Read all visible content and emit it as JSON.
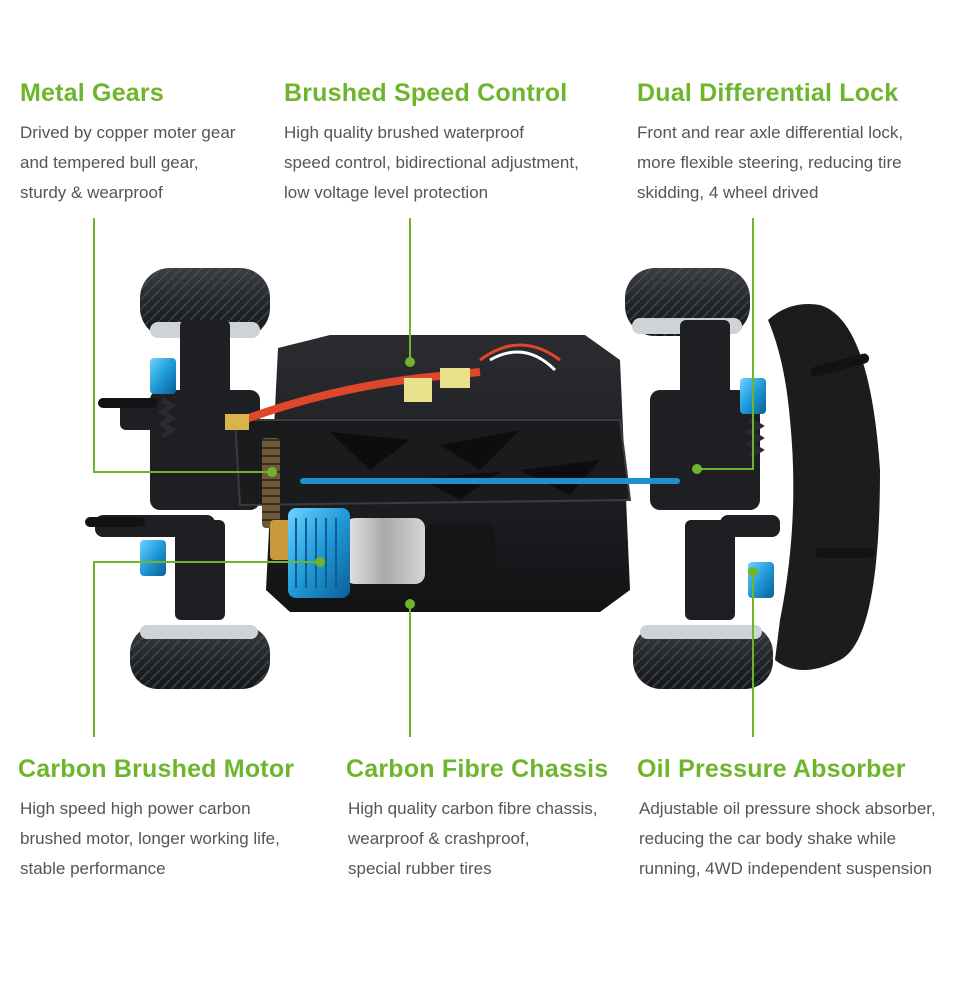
{
  "accent_color": "#6fb52c",
  "features": {
    "metal_gears": {
      "title": "Metal Gears",
      "lines": [
        "Drived by copper moter gear",
        "and tempered bull gear,",
        "sturdy & wearproof"
      ]
    },
    "speed_control": {
      "title": "Brushed Speed Control",
      "lines": [
        "High quality brushed waterproof",
        "speed control, bidirectional adjustment,",
        "low voltage level protection"
      ]
    },
    "differential": {
      "title": "Dual Differential Lock",
      "lines": [
        "Front and rear axle differential lock,",
        "more flexible steering, reducing tire",
        "skidding, 4 wheel drived"
      ]
    },
    "motor": {
      "title": "Carbon Brushed Motor",
      "lines": [
        "High speed high power carbon",
        "brushed motor, longer working life,",
        "stable performance"
      ]
    },
    "chassis": {
      "title": "Carbon Fibre Chassis",
      "lines": [
        "High quality carbon fibre chassis,",
        "wearproof & crashproof,",
        "special rubber tires"
      ]
    },
    "absorber": {
      "title": "Oil Pressure Absorber",
      "lines": [
        "Adjustable oil pressure shock absorber,",
        "reducing the car body shake while",
        "running, 4WD independent suspension"
      ]
    }
  }
}
